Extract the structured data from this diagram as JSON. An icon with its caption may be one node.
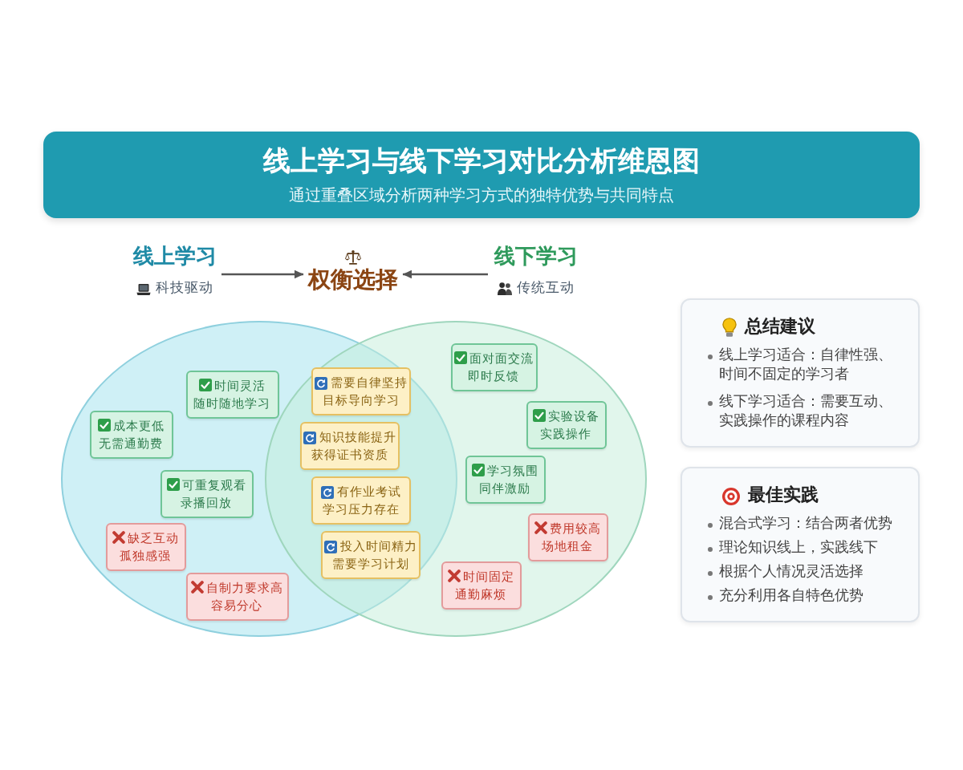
{
  "diagram": {
    "title": "线上学习与线下学习对比分析维恩图",
    "nodes": [
      {
        "text": [
          "线上学习",
          "科技驱动"
        ]
      },
      {
        "text": [
          "权衡选择"
        ]
      },
      {
        "text": [
          "线下学习",
          "传统互动"
        ]
      },
      {
        "text": [],
        "shape": "circle"
      },
      {
        "text": [
          "时间灵活",
          "随时随地学习"
        ],
        "in": 3
      },
      {
        "text": [
          "成本更低",
          "无需通勤费"
        ],
        "in": 3
      },
      {
        "text": [
          "可重复观看",
          "录播回放"
        ],
        "in": 3
      },
      {
        "text": [
          "缺乏互动",
          "孤独感强"
        ],
        "in": 3
      },
      {
        "text": [
          "自制力要求高",
          "容易分心"
        ],
        "in": 3
      },
      {
        "text": [
          "需要自律坚持",
          "目标导向学习"
        ]
      },
      {
        "text": [
          "知识技能提升",
          "获得证书资质"
        ]
      },
      {
        "text": [
          "有作业考试",
          "学习压力存在"
        ]
      },
      {
        "text": [
          "投入时间精力",
          "需要学习计划"
        ]
      },
      {
        "text": [],
        "shape": "circle"
      },
      {
        "text": [
          "面对面交流",
          "即时反馈"
        ],
        "in": 13
      },
      {
        "text": [
          "实验设备",
          "实践操作"
        ],
        "in": 13
      },
      {
        "text": [
          "学习氛围",
          "同伴激励"
        ],
        "in": 13
      },
      {
        "text": [
          "费用较高",
          "场地租金"
        ],
        "in": 13
      },
      {
        "text": [
          "时间固定",
          "通勤麻烦"
        ],
        "in": 13
      },
      {
        "text": [
          "总结建议",
          "线上学习适合：自律性强、时间不固定的学习者",
          "线下学习适合：需要互动、实践操作的课程内容"
        ]
      },
      {
        "text": [
          "最佳实践",
          "混合式学习：结合两者优势",
          "理论知识线上，实践线下",
          "根据个人情况灵活选择",
          "充分利用各自特色优势"
        ]
      }
    ],
    "edges": [
      {
        "from": 0,
        "to": 1,
        "arrow": "to"
      },
      {
        "from": 2,
        "to": 1,
        "arrow": "to"
      }
    ],
    "labels": [
      "通过重叠区域分析两种学习方式的独特优势与共同特点"
    ]
  }
}
